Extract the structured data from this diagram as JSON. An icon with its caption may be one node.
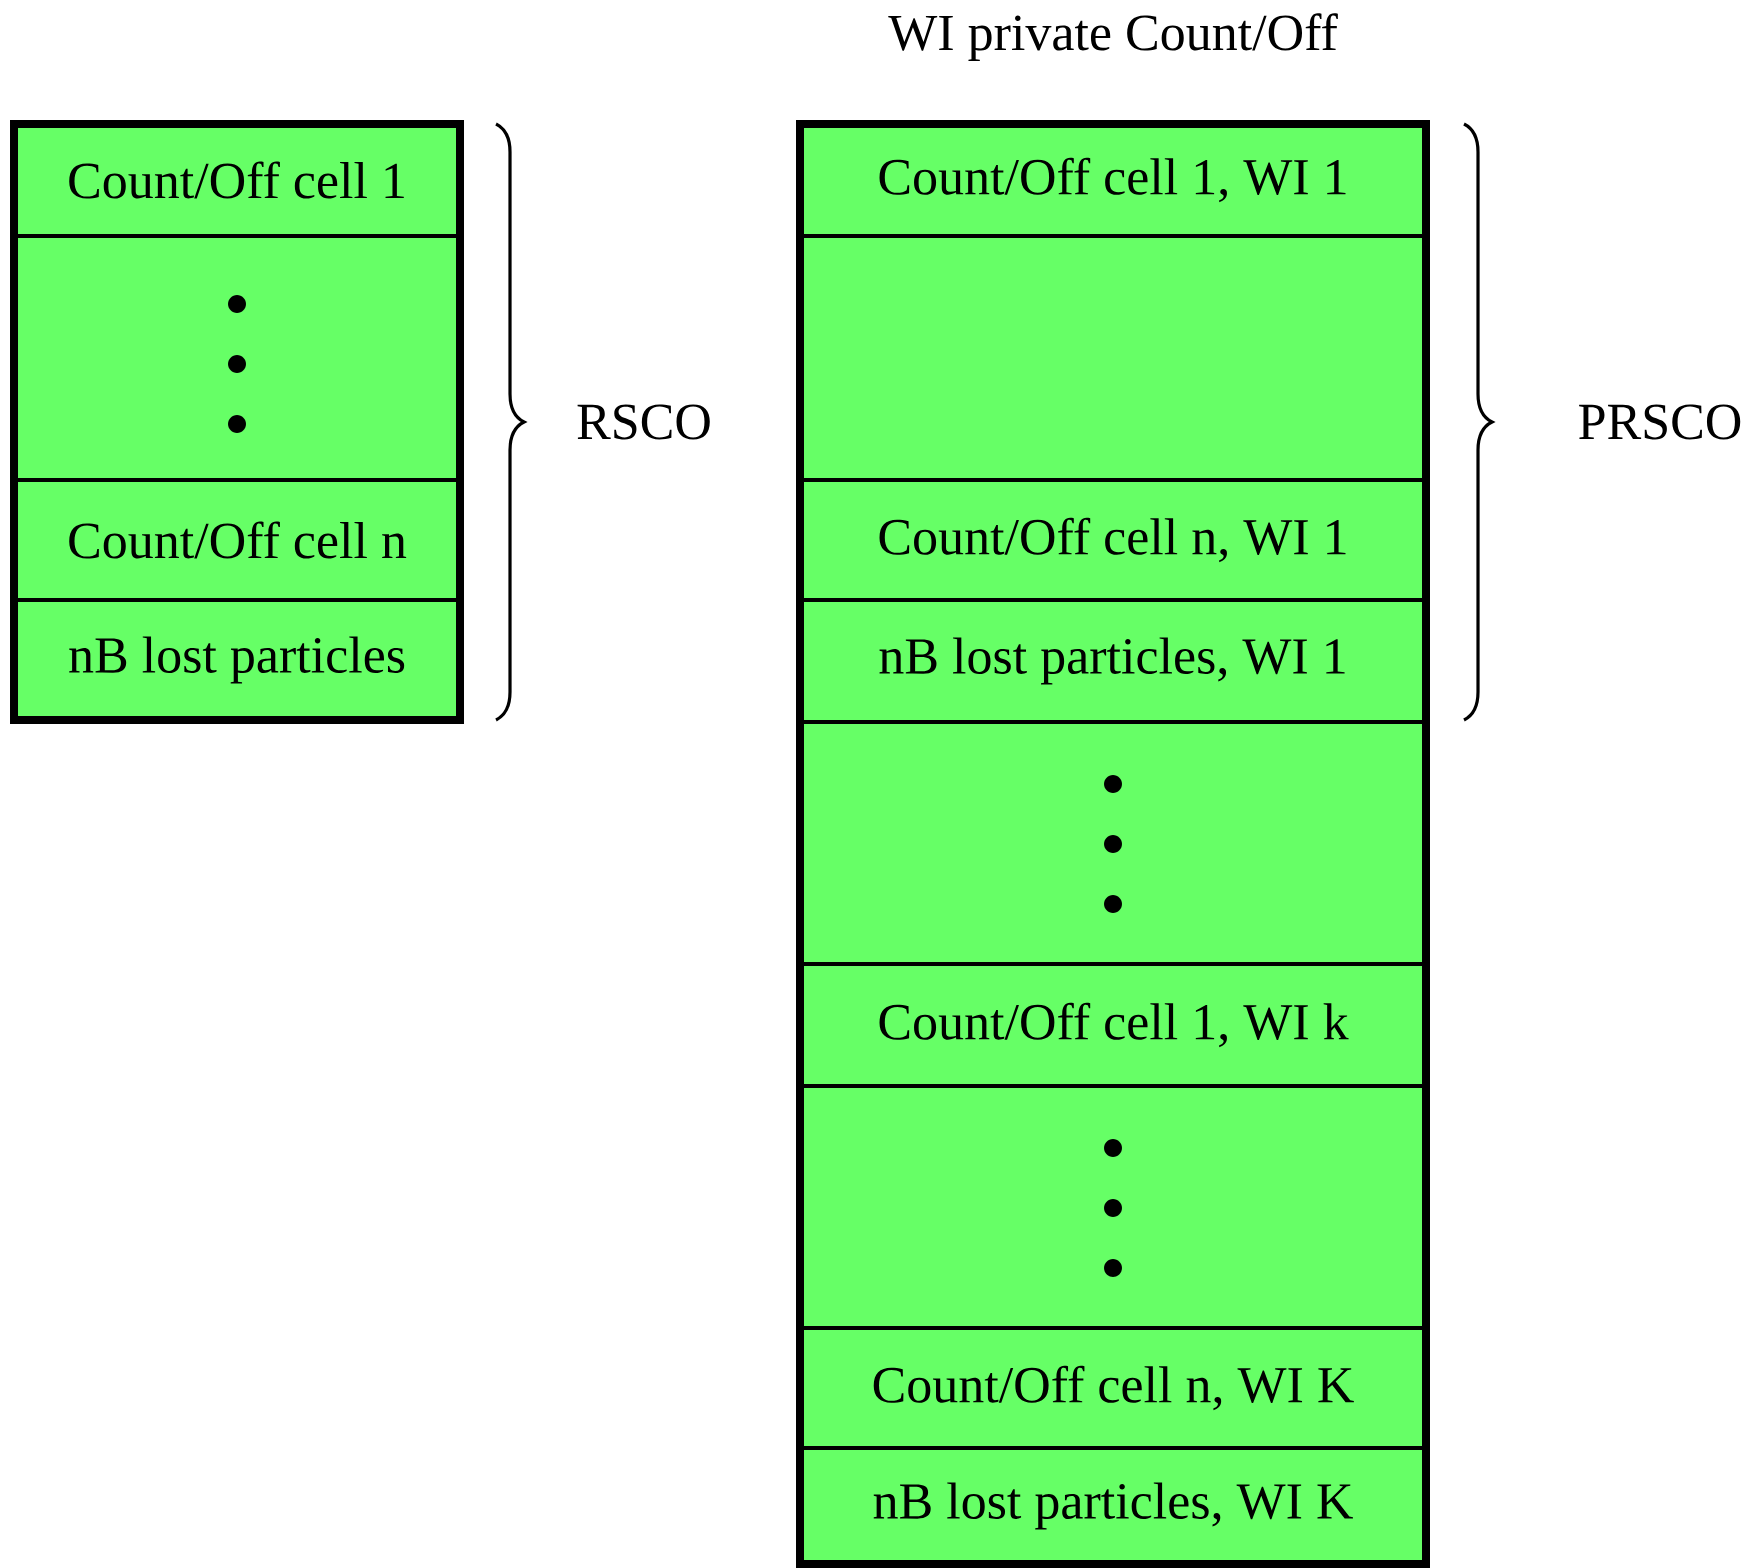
{
  "diagram": {
    "nodes": [
      {
        "text": [],
        "shape": "box"
      },
      {
        "text": [
          "Count/Off cell 1"
        ],
        "in": 0
      },
      {
        "text": [],
        "shape": "box",
        "in": 0
      },
      {
        "text": [
          "Count/Off cell n"
        ],
        "in": 0
      },
      {
        "text": [
          "nB lost particles"
        ],
        "in": 0
      },
      {
        "text": [
          "WI private Count/Off"
        ]
      },
      {
        "text": [
          "Count/Off cell 1, WI 1"
        ],
        "in": 5
      },
      {
        "text": [],
        "shape": "box",
        "in": 5
      },
      {
        "text": [
          "Count/Off cell n, WI 1"
        ],
        "in": 5
      },
      {
        "text": [
          "nB lost particles, WI 1"
        ],
        "in": 5
      },
      {
        "text": [],
        "shape": "box",
        "in": 5
      },
      {
        "text": [
          "Count/Off cell 1, WI k"
        ],
        "in": 5
      },
      {
        "text": [],
        "shape": "box",
        "in": 5
      },
      {
        "text": [
          "Count/Off cell n, WI K"
        ],
        "in": 5
      },
      {
        "text": [
          "nB lost particles, WI K"
        ],
        "in": 5
      }
    ],
    "edges": [],
    "labels": [
      "RSCO",
      "PRSCO"
    ]
  }
}
